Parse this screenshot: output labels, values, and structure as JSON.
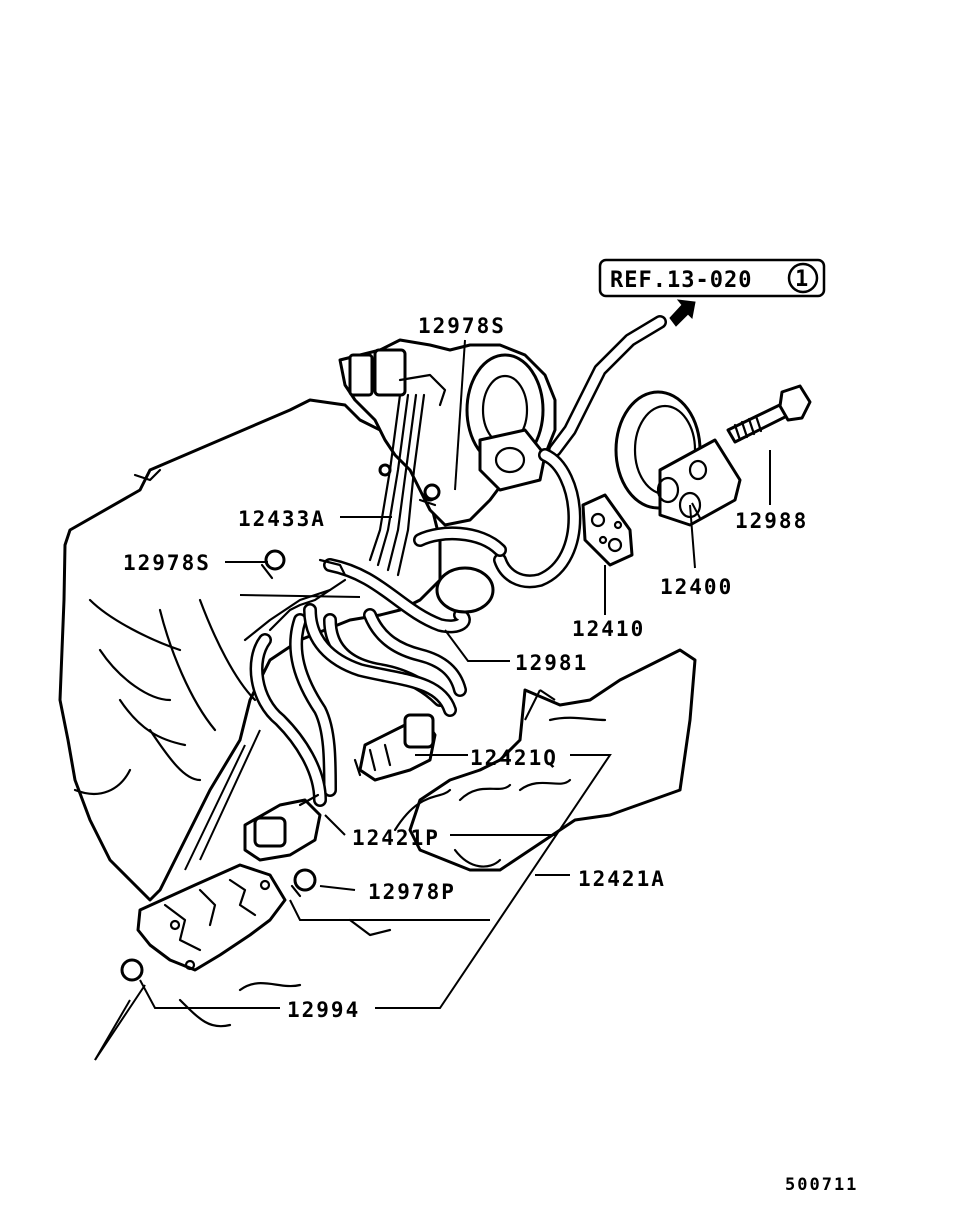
{
  "ref_box": {
    "text": "REF.13-020",
    "circle_num": "1"
  },
  "labels": {
    "p12978S_top": "12978S",
    "p12433A": "12433A",
    "p12978S_left": "12978S",
    "p12988": "12988",
    "p12400": "12400",
    "p12410": "12410",
    "p12981": "12981",
    "p12421Q": "12421Q",
    "p12421P": "12421P",
    "p12421A": "12421A",
    "p12978P": "12978P",
    "p12994": "12994"
  },
  "diagram_code": "500711"
}
